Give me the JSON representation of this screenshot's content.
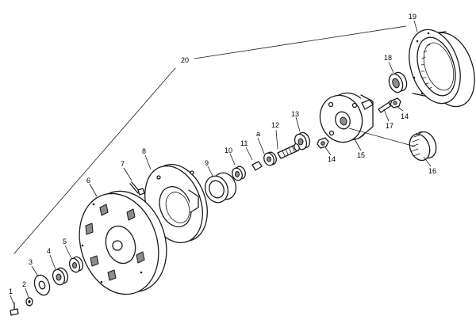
{
  "callouts": {
    "c1": "1",
    "c2": "2",
    "c3": "3",
    "c4": "4",
    "c5": "5",
    "c6": "6",
    "c7": "7",
    "c8": "8",
    "c9": "9",
    "c10": "10",
    "c11": "11",
    "c12": "12",
    "c13": "13",
    "c14a": "14",
    "c14b": "14",
    "c15": "15",
    "c16": "16",
    "c17": "17",
    "c18": "18",
    "c19": "19",
    "c20": "20",
    "c_small": "a"
  }
}
